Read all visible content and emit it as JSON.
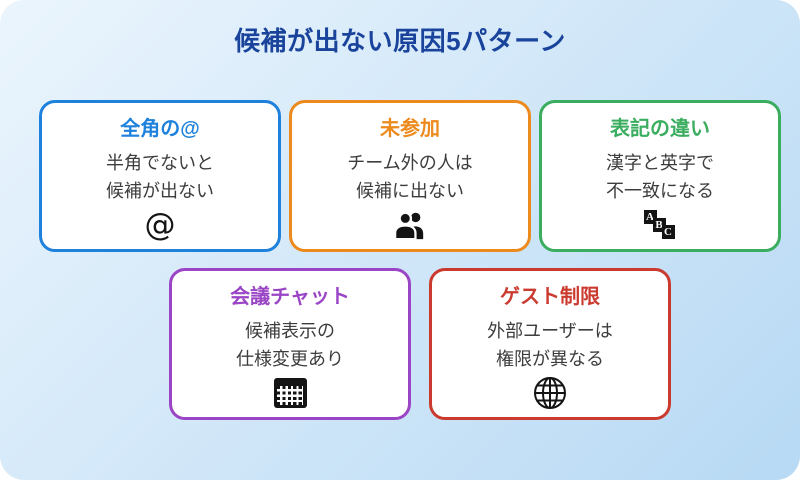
{
  "title": "候補が出ない原因5パターン",
  "colors": {
    "bg-start": "#ebf5fd",
    "bg-end": "#b7d9f4",
    "title-color": "#1a449c",
    "body-text": "#3d3d3d",
    "icon-color": "#141414",
    "card-bg": "#ffffff"
  },
  "cards": [
    {
      "title": "全角の@",
      "body": "半角でないと\n候補が出ない",
      "accent": "#1e82dd",
      "icon": "at-symbol",
      "icon_char": "@"
    },
    {
      "title": "未参加",
      "body": "チーム外の人は\n候補に出ない",
      "accent": "#ec8a1e",
      "icon": "people"
    },
    {
      "title": "表記の違い",
      "body": "漢字と英字で\n不一致になる",
      "accent": "#3aad5f",
      "icon": "abc-blocks",
      "icon_letters": [
        "A",
        "B",
        "C"
      ]
    },
    {
      "title": "会議チャット",
      "body": "候補表示の\n仕様変更あり",
      "accent": "#9a45c5",
      "icon": "calendar"
    },
    {
      "title": "ゲスト制限",
      "body": "外部ユーザーは\n権限が異なる",
      "accent": "#cb3a2f",
      "icon": "globe"
    }
  ]
}
